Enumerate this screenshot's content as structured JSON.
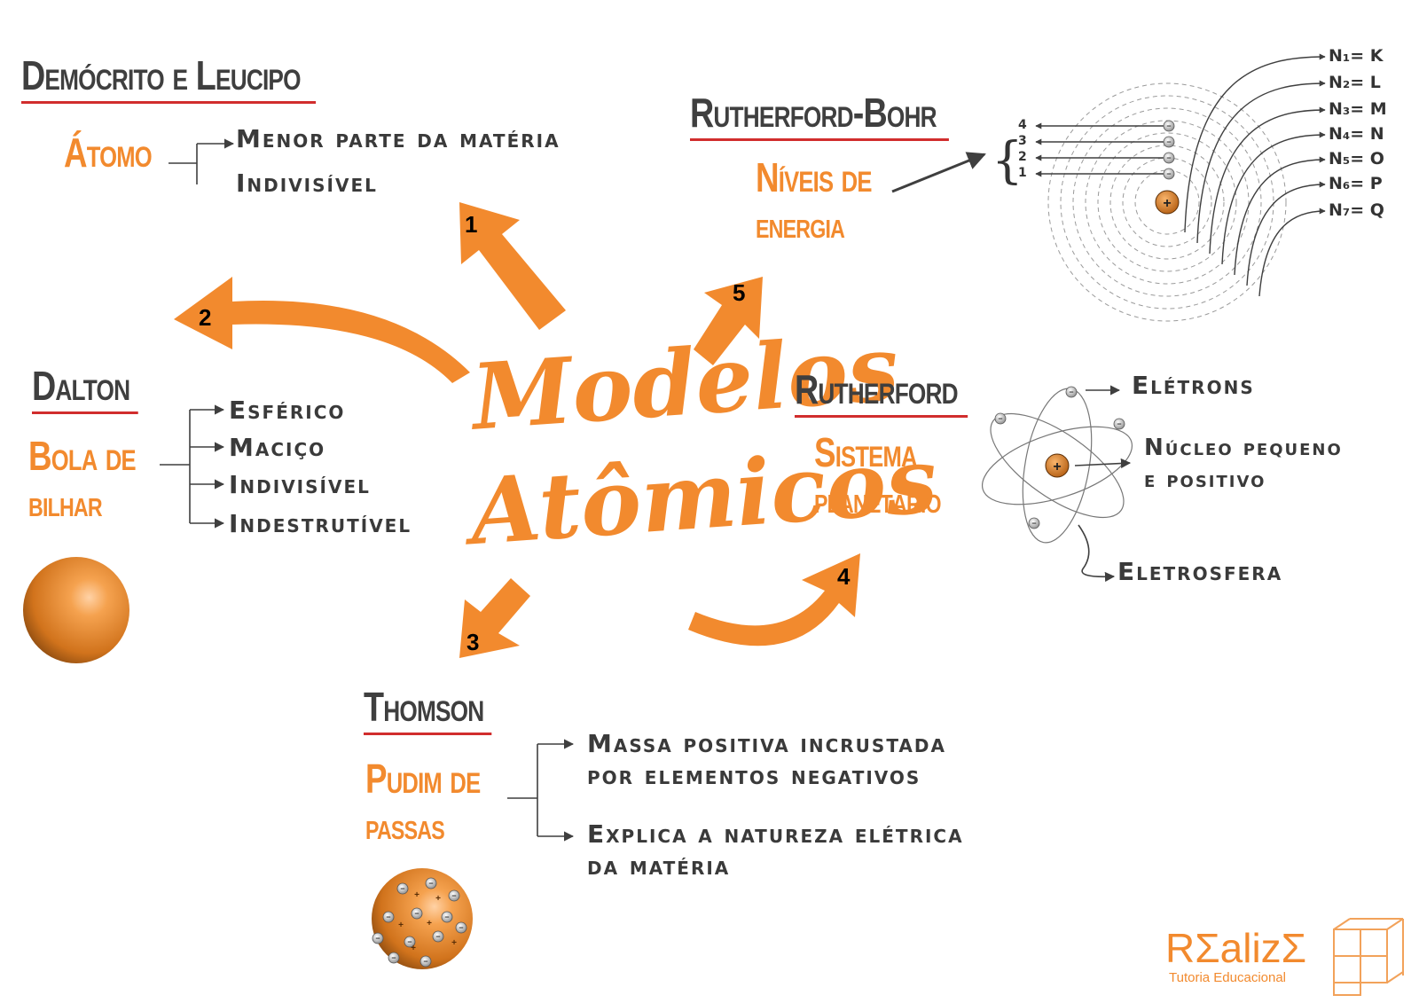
{
  "center": {
    "line1": "Modelos",
    "line2": "Atômicos"
  },
  "democrito": {
    "title": "Demócrito e Leucipo",
    "subtitle": "Átomo",
    "items": [
      "Menor parte da matéria",
      "Indivisível"
    ],
    "step": "1"
  },
  "dalton": {
    "title": "Dalton",
    "subtitle_line1": "Bola de",
    "subtitle_line2": "bilhar",
    "items": [
      "Esférico",
      "Maciço",
      "Indivisível",
      "Indestrutível"
    ],
    "step": "2"
  },
  "thomson": {
    "title": "Thomson",
    "subtitle_line1": "Pudim de",
    "subtitle_line2": "passas",
    "items": [
      {
        "line1": "Massa positiva incrustada",
        "line2": "por elementos negativos"
      },
      {
        "line1": "Explica a natureza elétrica",
        "line2": "da matéria"
      }
    ],
    "step": "3"
  },
  "rutherford": {
    "title": "Rutherford",
    "subtitle_line1": "Sistema",
    "subtitle_line2": "planetário",
    "labels": [
      "Elétrons",
      "Núcleo pequeno",
      "e positivo",
      "Eletrosfera"
    ],
    "step": "4"
  },
  "bohr": {
    "title": "Rutherford-Bohr",
    "subtitle_line1": "Níveis de",
    "subtitle_line2": "energia",
    "step": "5",
    "level_numbers": [
      "4",
      "3",
      "2",
      "1"
    ],
    "shells": [
      "N₁= K",
      "N₂= L",
      "N₃= M",
      "N₄= N",
      "N₅= O",
      "N₆= P",
      "N₇= Q"
    ]
  },
  "logo": {
    "name": "RΣalizΣ",
    "tagline": "Tutoria Educacional"
  },
  "colors": {
    "orange": "#f28a2e",
    "dark": "#3f3f3f",
    "underline": "#d12d2d"
  }
}
